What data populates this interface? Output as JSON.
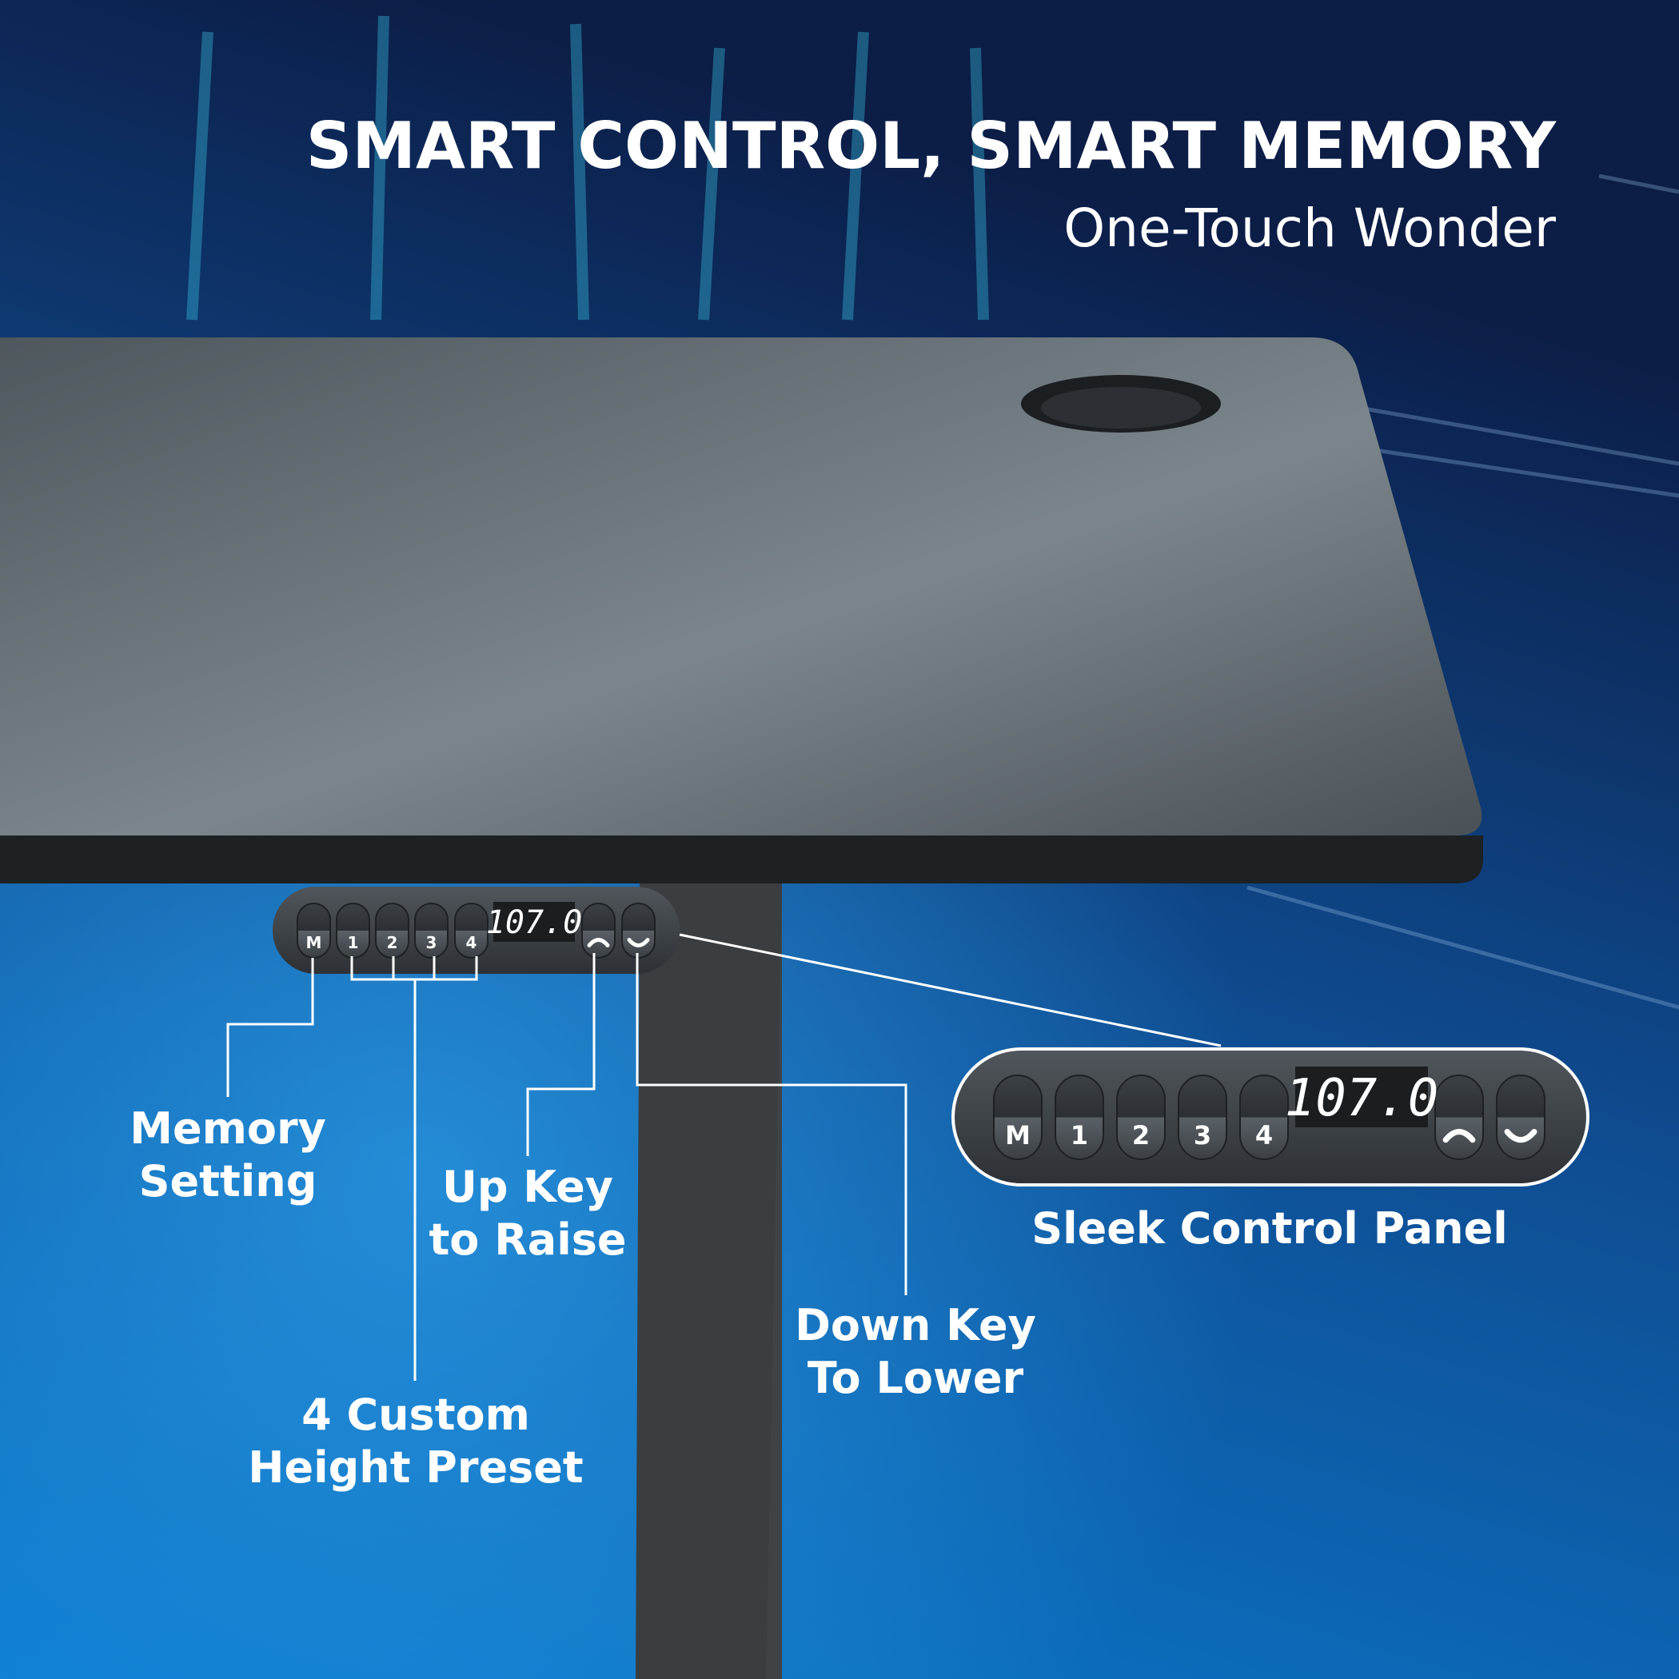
{
  "header": {
    "title": "SMART CONTROL, SMART MEMORY",
    "subtitle": "One-Touch Wonder"
  },
  "control_panel": {
    "keys": [
      "M",
      "1",
      "2",
      "3",
      "4"
    ],
    "display_value": "107.0",
    "up_key": "up-arrow",
    "down_key": "down-arrow"
  },
  "callouts": {
    "memory": [
      "Memory",
      "Setting"
    ],
    "presets": [
      "4 Custom",
      "Height Preset"
    ],
    "up": [
      "Up Key",
      "to Raise"
    ],
    "down": [
      "Down Key",
      "To Lower"
    ],
    "panel": "Sleek Control Panel"
  },
  "colors": {
    "bg_top": "#0c1d46",
    "bg_bottom": "#0a78cc",
    "desk": "#5f6a70",
    "panel": "#3a3f43"
  }
}
